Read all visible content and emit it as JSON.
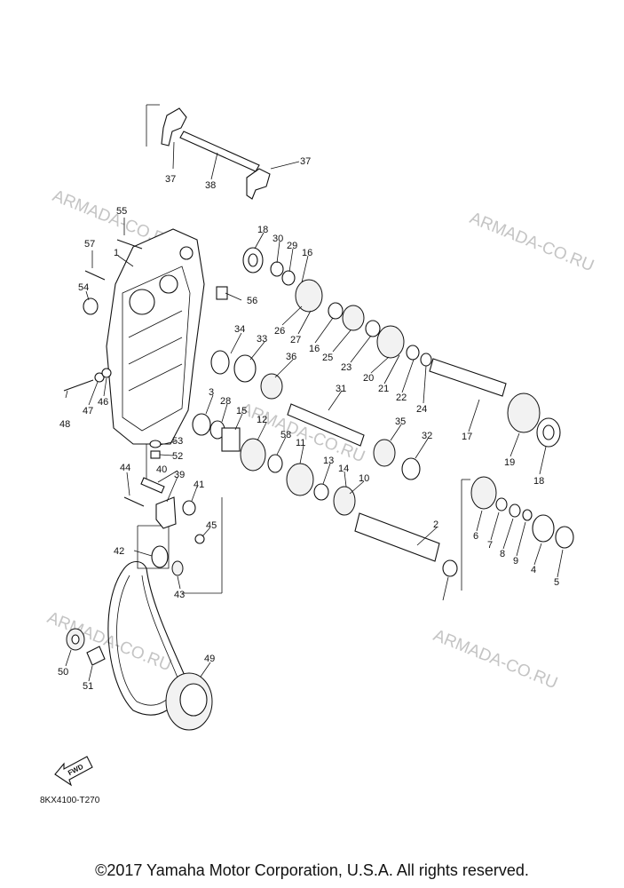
{
  "watermark": "ARMADA-CO.RU",
  "diagram_code": "8KX4100-T270",
  "fwd_label": "FWD",
  "copyright": "©2017 Yamaha Motor Corporation, U.S.A. All rights reserved.",
  "callouts": [
    "1",
    "2",
    "3",
    "4",
    "5",
    "6",
    "7",
    "8",
    "9",
    "10",
    "11",
    "12",
    "13",
    "14",
    "15",
    "16",
    "16",
    "17",
    "18",
    "18",
    "19",
    "20",
    "21",
    "22",
    "23",
    "24",
    "25",
    "26",
    "27",
    "28",
    "29",
    "30",
    "31",
    "32",
    "33",
    "34",
    "35",
    "36",
    "37",
    "37",
    "38",
    "39",
    "40",
    "41",
    "42",
    "43",
    "44",
    "45",
    "46",
    "47",
    "48",
    "49",
    "50",
    "51",
    "52",
    "53",
    "54",
    "55",
    "56",
    "57",
    "58"
  ]
}
